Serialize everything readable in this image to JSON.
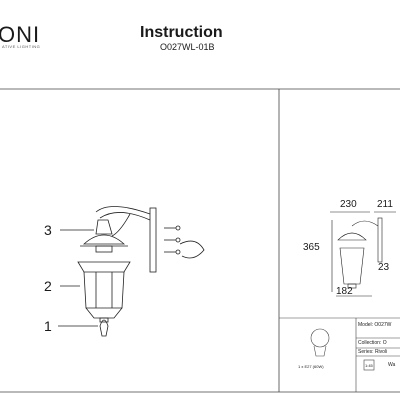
{
  "header": {
    "logo_text": "ONI",
    "logo_tagline": "ATIVE LIGHTING",
    "title": "Instruction",
    "model": "O027WL-01B"
  },
  "callouts": [
    "3",
    "2",
    "1"
  ],
  "dimensions": {
    "width_top": "230",
    "arm_length": "211",
    "height": "365",
    "depth": "23",
    "base_width": "182"
  },
  "info_panel": {
    "bulb_spec": "1 x E27 (60W)",
    "model_label": "Model: O027W",
    "collection_label": "Collection: O",
    "series_label": "Series: Rivoli",
    "ip_label": "Wa",
    "ip_icon_text": "1:45"
  }
}
